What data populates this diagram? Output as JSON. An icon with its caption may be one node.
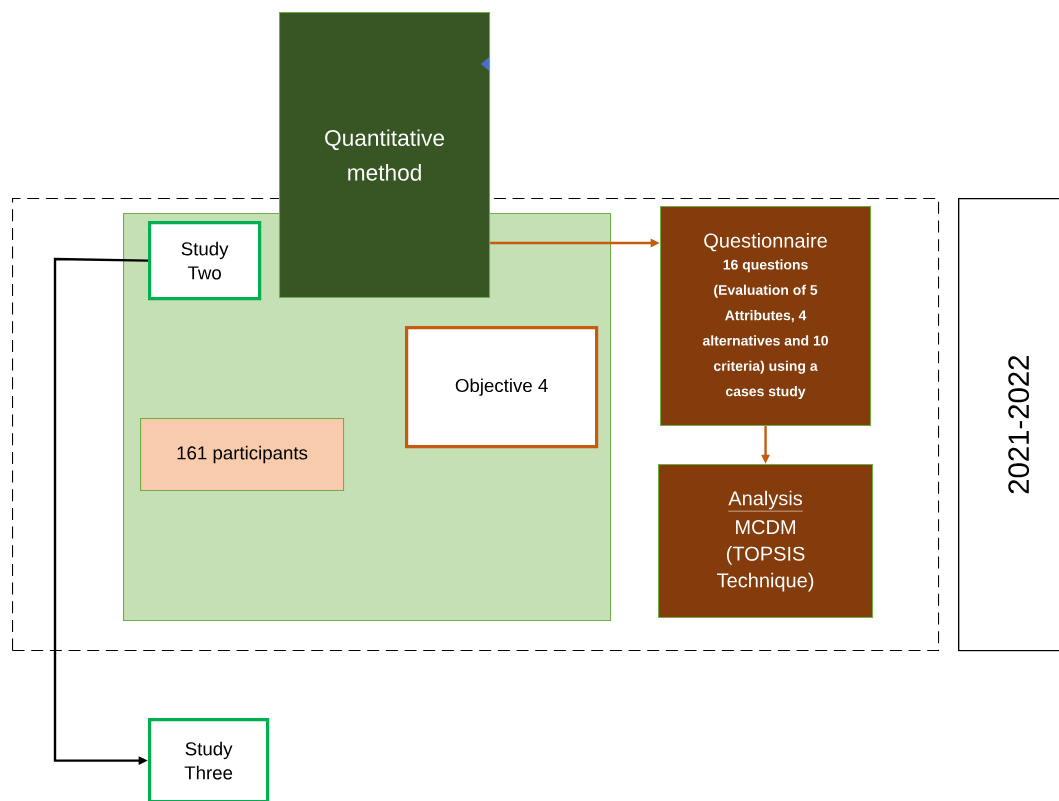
{
  "diagram": {
    "nodes": [
      {
        "text": [],
        "shape": "box"
      },
      {
        "text": [],
        "shape": "box",
        "in": 0
      },
      {
        "text": [
          "Study Two"
        ],
        "in": 1
      },
      {
        "text": [
          "Quantitative method"
        ]
      },
      {
        "text": [
          "Objective 4"
        ],
        "in": 1
      },
      {
        "text": [
          "161 participants"
        ],
        "in": 1
      },
      {
        "text": [
          "Questionnaire",
          "16 questions (Evaluation of 5 Attributes, 4 alternatives and 10 criteria) using a cases study"
        ],
        "in": 0
      },
      {
        "text": [
          "Analysis",
          "MCDM (TOPSIS Technique)"
        ],
        "in": 0
      },
      {
        "text": [
          "2021-2022"
        ]
      },
      {
        "text": [
          "Study Three"
        ]
      }
    ],
    "edges": [
      {
        "from": 2,
        "to": 9,
        "arrow": "to",
        "color": "#000000"
      },
      {
        "from": 3,
        "to": 6,
        "arrow": "to"
      },
      {
        "from": 6,
        "to": 7,
        "arrow": "to"
      }
    ]
  }
}
